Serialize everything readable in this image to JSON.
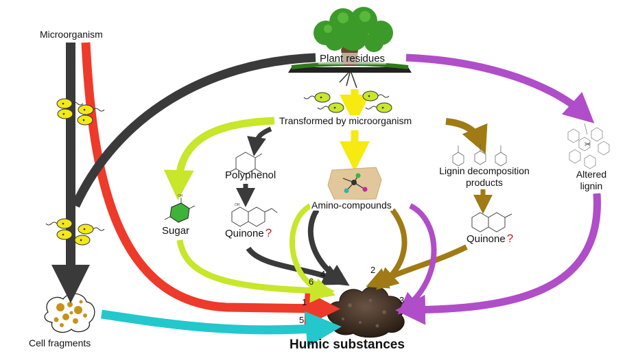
{
  "labels": {
    "microorganism": "Microorganism",
    "plant_residues": "Plant residues",
    "transformed": "Transformed by microorganism",
    "polyphenol": "Polyphenol",
    "sugar": "Sugar",
    "quinone_left": "Quinone",
    "amino_compounds": "Amino-compounds",
    "lignin_decomp_line1": "Lignin decomposition",
    "lignin_decomp_line2": "products",
    "quinone_right": "Quinone",
    "altered_lignin_line1": "Altered",
    "altered_lignin_line2": "lignin",
    "cell_fragments": "Cell fragments",
    "humic_substances": "Humic substances",
    "question_mark": "?"
  },
  "pathway_numbers": {
    "p1": "1",
    "p2": "2",
    "p3": "3",
    "p4": "4",
    "p5": "5",
    "p6": "6"
  },
  "molecule_text": {
    "oh": "OH"
  },
  "colors": {
    "dark_gray": "#3a3a3a",
    "red": "#ee3a2a",
    "purple": "#b04dc8",
    "yellow": "#f6ea10",
    "yellow_green": "#c8e62a",
    "brown": "#a07a14",
    "cyan": "#22c8cc",
    "bacteria": "#f2e81a",
    "humus": "#3b2b1e",
    "cell_fragment": "#c8921a",
    "tree_foliage": "#3c9a2a",
    "tree_trunk": "#6a4a2a"
  }
}
